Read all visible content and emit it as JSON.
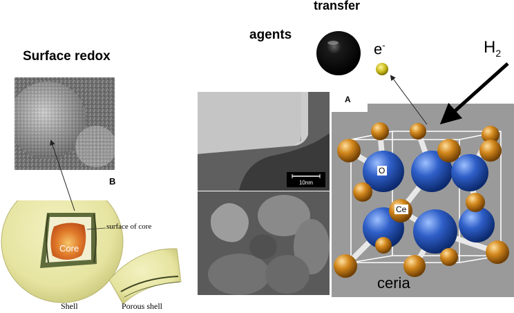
{
  "labels": {
    "transfer": "transfer",
    "agents": "agents",
    "surface_redox": "Surface redox",
    "electron": "e",
    "electron_sup": "-",
    "hydrogen": "H",
    "hydrogen_sub": "2",
    "panel_a": "A",
    "panel_b": "B",
    "scale_bar": "10nm",
    "oxygen": "O",
    "cerium": "Ce",
    "ceria": "ceria",
    "surface_of_core": "surface of core",
    "core": "Core",
    "shell": "Shell",
    "porous_shell": "Porous shell"
  },
  "colors": {
    "oxygen_atom": "#2f5fc8",
    "cerium_atom": "#d2871c",
    "core": "#e07a2a",
    "shell": "#e6e4a0",
    "crystal_bg": "#9a9a9a"
  }
}
